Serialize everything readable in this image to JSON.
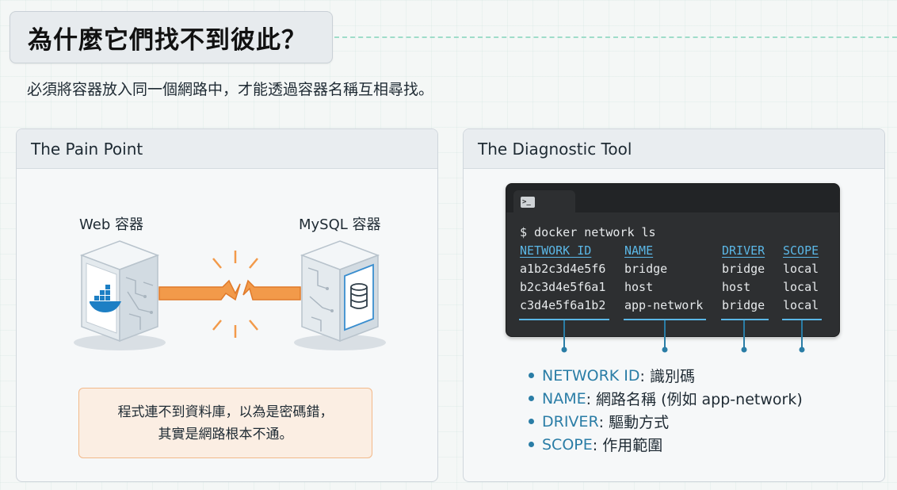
{
  "page": {
    "title": "為什麼它們找不到彼此？",
    "subtitle": "必須將容器放入同一個網路中，才能透過容器名稱互相尋找。"
  },
  "pain_panel": {
    "header": "The Pain Point",
    "web_label": "Web 容器",
    "mysql_label": "MySQL 容器",
    "callout_line1": "程式連不到資料庫，以為是密碼錯，",
    "callout_line2": "其實是網路根本不通。",
    "connection_color": "#f29a4a"
  },
  "diag_panel": {
    "header": "The Diagnostic Tool",
    "terminal": {
      "icon": "terminal-icon",
      "command": "$ docker network ls",
      "columns": [
        "NETWORK ID",
        "NAME",
        "DRIVER",
        "SCOPE"
      ],
      "rows": [
        [
          "a1b2c3d4e5f6",
          "bridge",
          "bridge",
          "local"
        ],
        [
          "b2c3d4e5f6a1",
          "host",
          "host",
          "local"
        ],
        [
          "c3d4e5f6a1b2",
          "app-network",
          "bridge",
          "local"
        ]
      ]
    },
    "legend": [
      {
        "term": "NETWORK ID",
        "desc": " : 識別碼"
      },
      {
        "term": "NAME",
        "desc": " : 網路名稱 (例如 app-network)"
      },
      {
        "term": "DRIVER",
        "desc": " : 驅動方式"
      },
      {
        "term": "SCOPE",
        "desc": " : 作用範圍"
      }
    ],
    "accent_color": "#2a7da6"
  }
}
